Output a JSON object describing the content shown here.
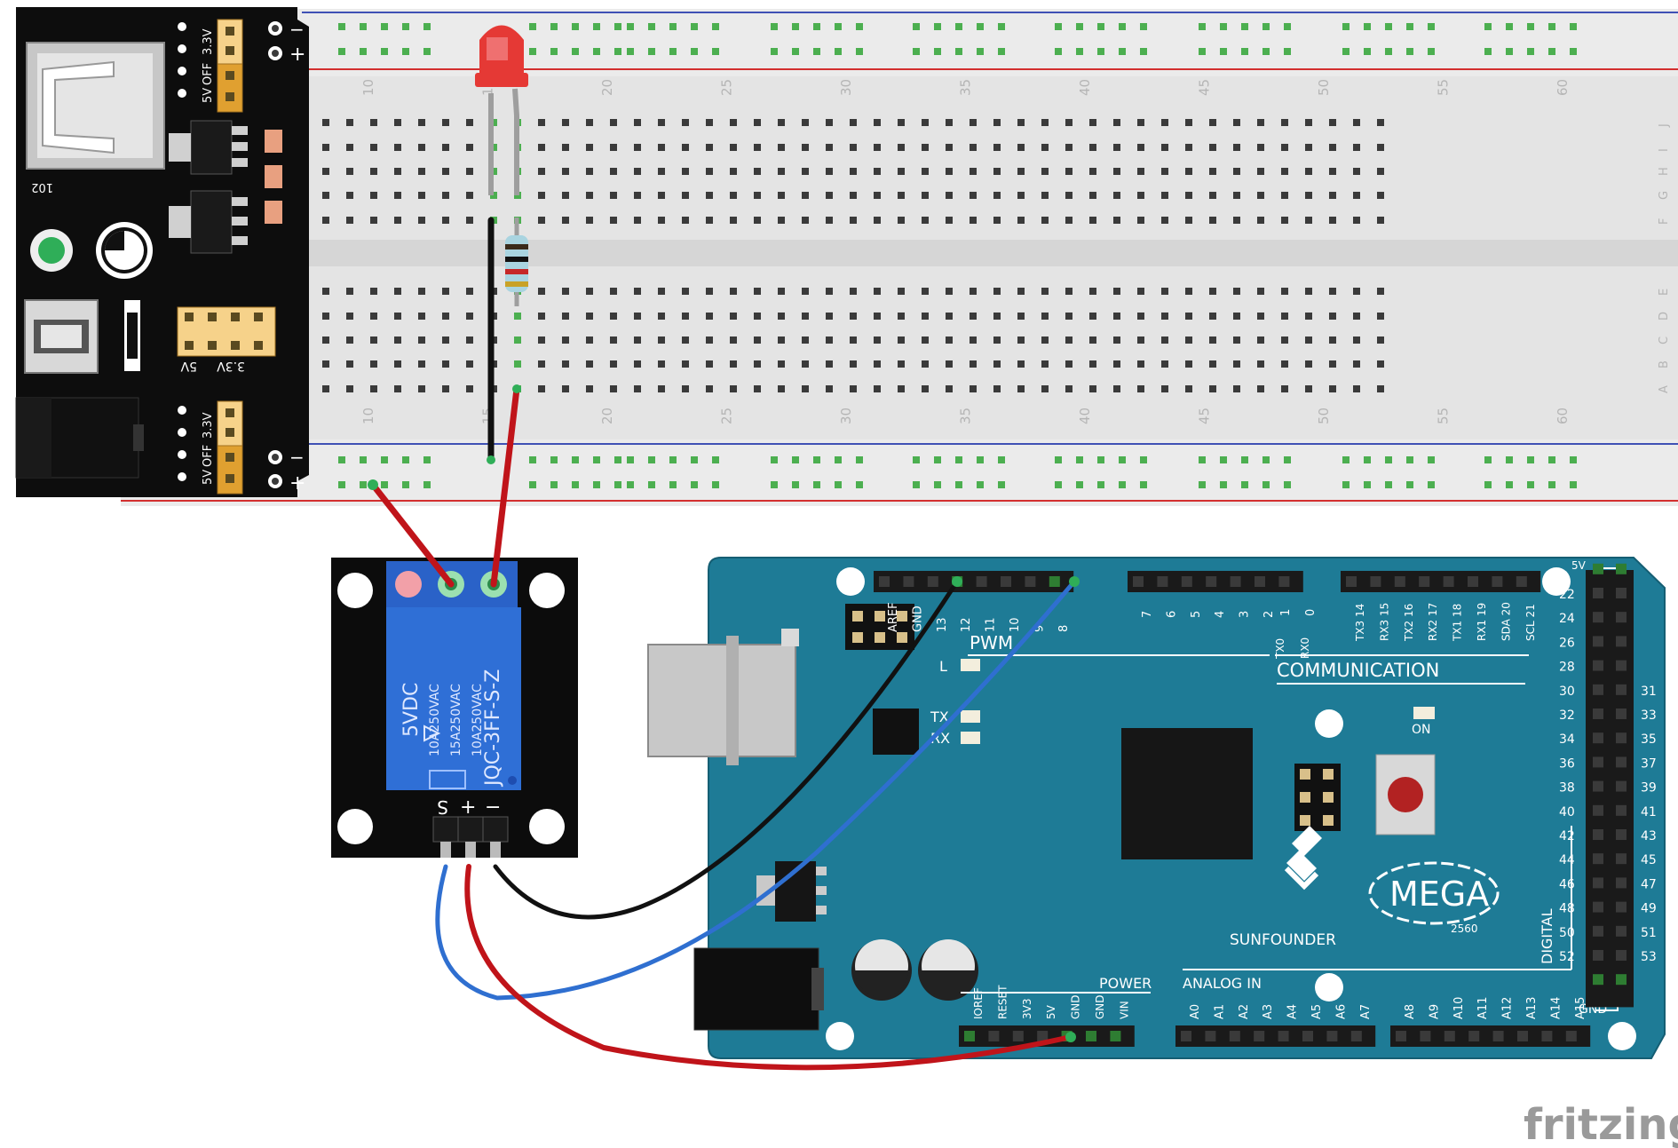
{
  "colors": {
    "breadboard": "#e2e2e2",
    "hole": "#3a3a3a",
    "hole_active": "#4caf50",
    "rail_red": "#d32f2f",
    "rail_blue": "#3f51b5",
    "arduino_board": "#1e7b96",
    "relay_blue": "#2f6fd6",
    "wire_red": "#c0141a",
    "wire_black": "#111111",
    "wire_blue": "#2f6fd0",
    "led": "#e53935",
    "header_yellow": "#f6d28a"
  },
  "breadboard": {
    "col_numbers": [
      "10",
      "15",
      "20",
      "25",
      "30",
      "35",
      "40",
      "45",
      "50",
      "55",
      "60"
    ],
    "row_letters_top": [
      "J",
      "I",
      "H",
      "G",
      "F"
    ],
    "row_letters_bottom": [
      "E",
      "D",
      "C",
      "B",
      "A"
    ],
    "rail_minus": "−",
    "rail_plus": "+"
  },
  "power_module": {
    "jumper_top": "3.3V",
    "jumper_off": "OFF",
    "jumper_5v": "5V",
    "part_code": "102",
    "header_5v": "5V",
    "header_33v": "3.3V",
    "minus": "−",
    "plus": "+"
  },
  "relay": {
    "line1": "5VDC",
    "line2": "10A250VAC",
    "line3": "15A250VAC",
    "line4": "10A250VAC",
    "model": "JQC-3FF-S-Z",
    "pin_s": "S",
    "pin_plus": "+",
    "pin_minus": "−"
  },
  "arduino": {
    "pwm": "PWM",
    "l": "L",
    "tx": "TX",
    "rx": "RX",
    "on": "ON",
    "communication": "COMMUNICATION",
    "brand": "SUNFOUNDER",
    "mega": "MEGA",
    "model": "2560",
    "power": "POWER",
    "analog_in": "ANALOG IN",
    "digital": "DIGITAL",
    "gnd_right": "GND",
    "five_v_top": "5V",
    "top_header_labels": [
      "AREF",
      "GND",
      "13",
      "12",
      "11",
      "10",
      "9",
      "8"
    ],
    "pwm_labels": [
      "7",
      "6",
      "5",
      "4",
      "3",
      "2"
    ],
    "tx0": "TX0",
    "rx0": "RX0",
    "pin1": "1",
    "pin0": "0",
    "comm_labels": [
      "TX3 14",
      "RX3 15",
      "TX2 16",
      "RX2 17",
      "TX1 18",
      "RX1 19",
      "SDA 20",
      "SCL 21"
    ],
    "power_labels": [
      "IOREF",
      "RESET",
      "3V3",
      "5V",
      "GND",
      "GND",
      "VIN"
    ],
    "analog_labels": [
      "A0",
      "A1",
      "A2",
      "A3",
      "A4",
      "A5",
      "A6",
      "A7"
    ],
    "analog_labels2": [
      "A8",
      "A9",
      "A10",
      "A11",
      "A12",
      "A13",
      "A14",
      "A15"
    ],
    "digital_left": [
      "22",
      "24",
      "26",
      "28",
      "30",
      "32",
      "34",
      "36",
      "38",
      "40",
      "42",
      "44",
      "46",
      "48",
      "50",
      "52"
    ],
    "digital_right": [
      "31",
      "33",
      "35",
      "37",
      "39",
      "41",
      "43",
      "45",
      "47",
      "49",
      "51",
      "53"
    ]
  },
  "watermark": "fritzing"
}
